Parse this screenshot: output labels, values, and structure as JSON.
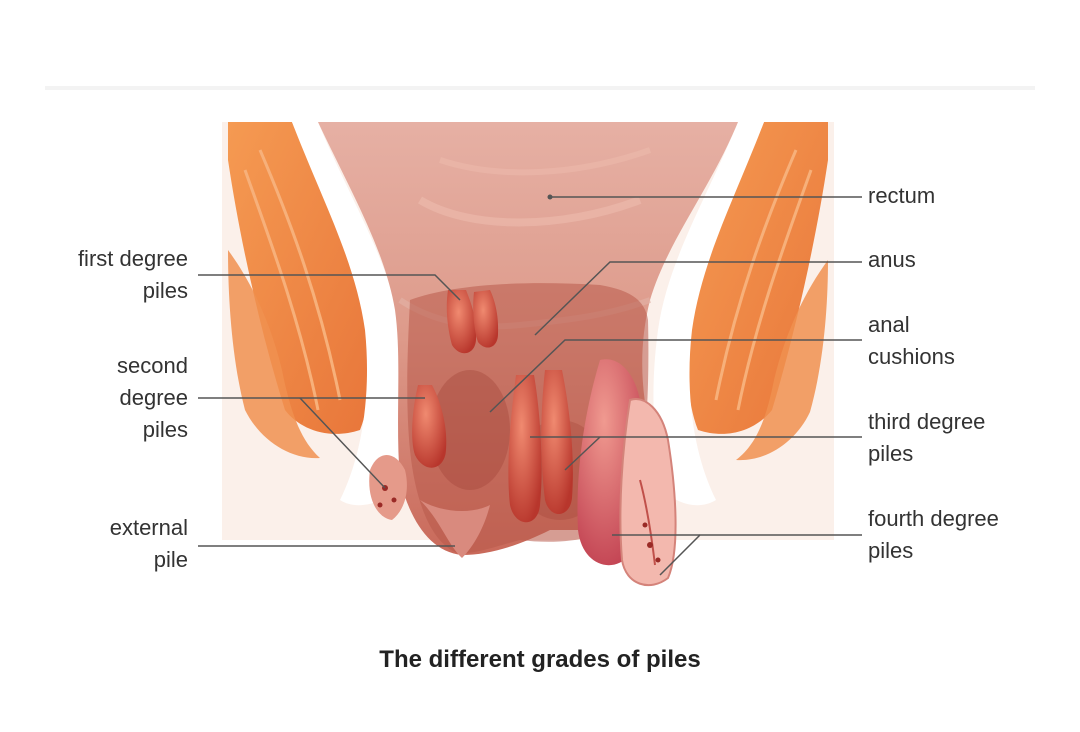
{
  "labels": {
    "rectum": "rectum",
    "anus": "anus",
    "anal_cushions": "anal\ncushions",
    "third_degree": "third degree\npiles",
    "fourth_degree": "fourth degree\npiles",
    "first_degree": "first degree\npiles",
    "second_degree": "second\ndegree\npiles",
    "external": "external\npile"
  },
  "caption": "The different grades of piles",
  "colors": {
    "rectum": "#e8a898",
    "tissue": "#c96a5c",
    "pile": "#c7453a",
    "muscle": "#ef8a45",
    "skin": "#f6dccd",
    "leader": "#555555"
  }
}
